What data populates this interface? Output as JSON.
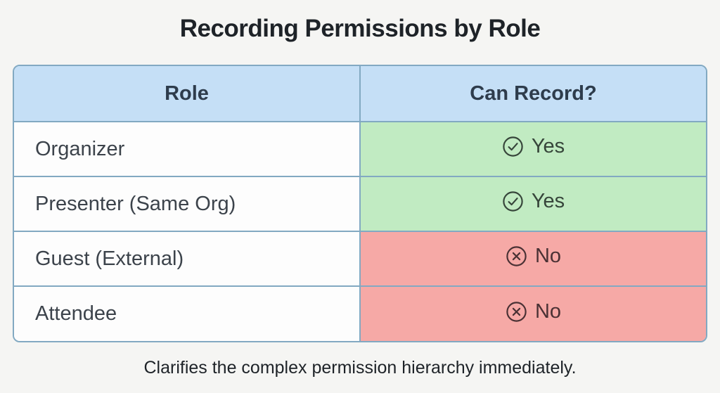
{
  "page": {
    "title": "Recording Permissions by Role",
    "caption": "Clarifies the complex permission hierarchy immediately."
  },
  "table": {
    "columns": [
      "Role",
      "Can Record?"
    ],
    "rows": [
      {
        "role": "Organizer",
        "can_record": "Yes",
        "allowed": true,
        "icon": "check-circle-icon"
      },
      {
        "role": "Presenter (Same Org)",
        "can_record": "Yes",
        "allowed": true,
        "icon": "check-circle-icon"
      },
      {
        "role": "Guest (External)",
        "can_record": "No",
        "allowed": false,
        "icon": "x-circle-icon"
      },
      {
        "role": "Attendee",
        "can_record": "No",
        "allowed": false,
        "icon": "x-circle-icon"
      }
    ]
  },
  "colors": {
    "page_bg": "#f5f5f3",
    "header_bg": "#c5dff6",
    "yes_bg": "#c1ebc2",
    "no_bg": "#f6a9a6",
    "border": "#82a9c2",
    "yes_fg": "#36453a",
    "no_fg": "#4a3134"
  }
}
